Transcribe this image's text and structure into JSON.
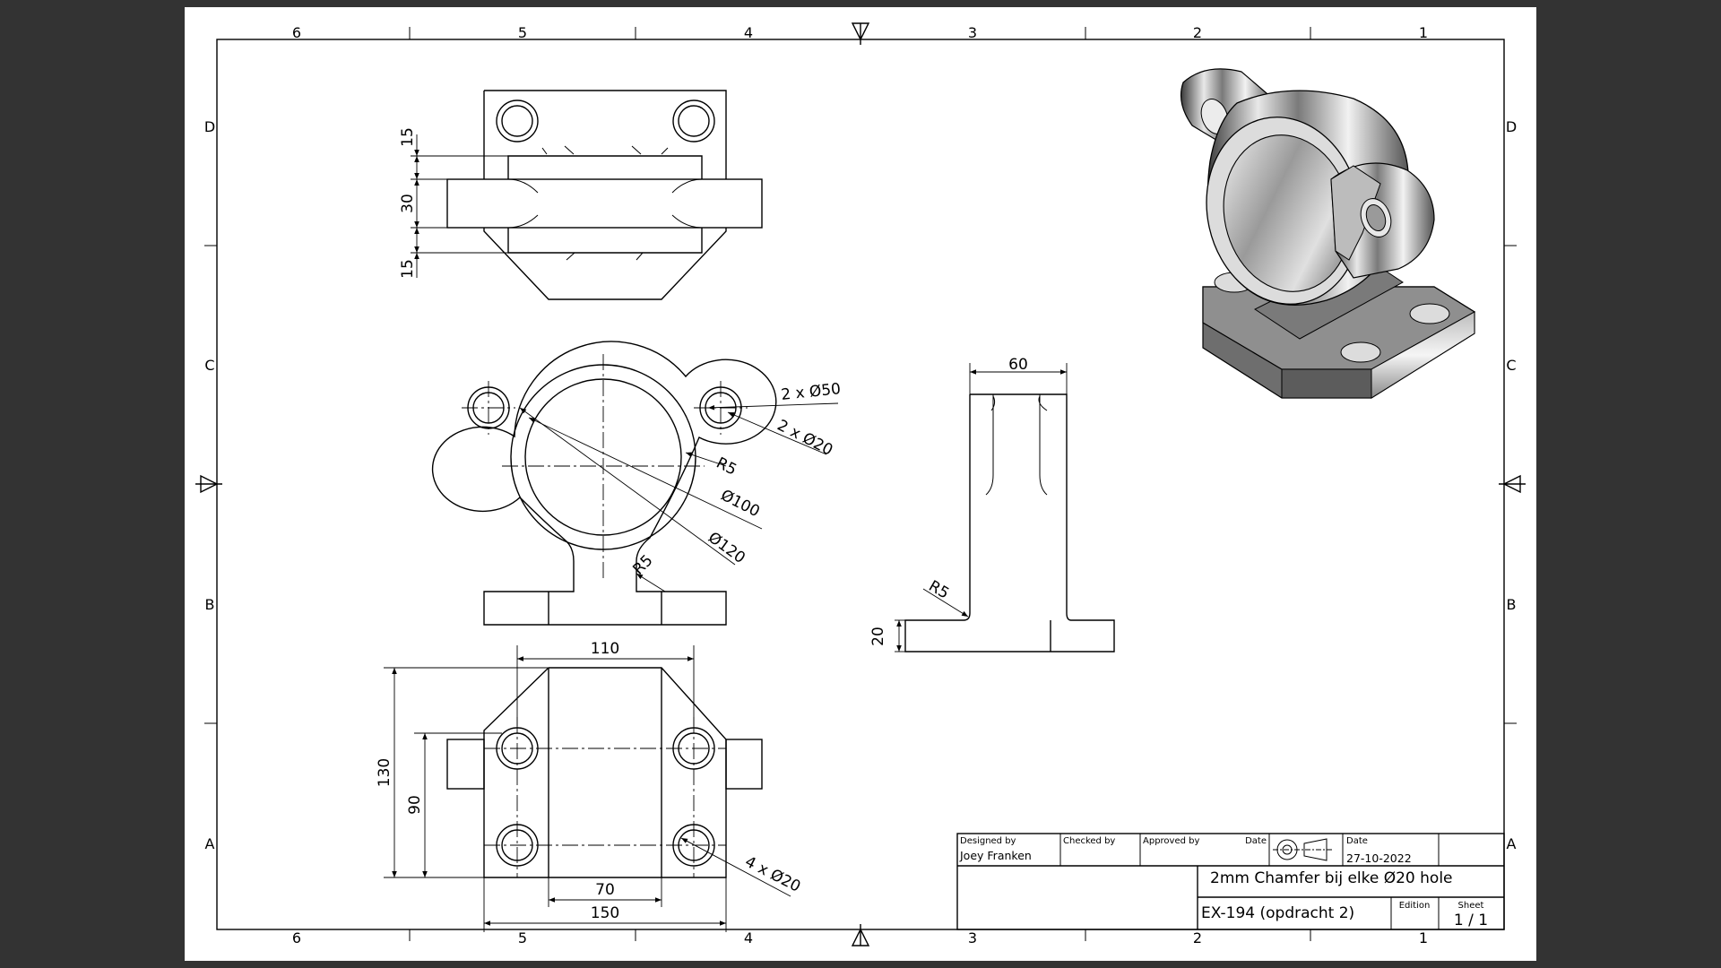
{
  "zones": {
    "columns": [
      "6",
      "5",
      "4",
      "3",
      "2",
      "1"
    ],
    "rows": [
      "D",
      "C",
      "B",
      "A"
    ]
  },
  "dimensions": {
    "top_view": [
      "15",
      "30",
      "15"
    ],
    "front_view": [
      "2 x Ø50",
      "2 x Ø20",
      "R5",
      "Ø100",
      "Ø120",
      "R5"
    ],
    "side_view": [
      "60",
      "R5",
      "20"
    ],
    "bottom_view": [
      "110",
      "130",
      "90",
      "70",
      "150",
      "4 x Ø20"
    ]
  },
  "title_block": {
    "designed_by_label": "Designed by",
    "designed_by": "Joey Franken",
    "checked_by_label": "Checked by",
    "approved_by_label": "Approved by",
    "date_label_1": "Date",
    "date_label_2": "Date",
    "date": "27-10-2022",
    "title": "2mm Chamfer bij elke Ø20 hole",
    "drawing_number": "EX-194 (opdracht 2)",
    "edition_label": "Edition",
    "sheet_label": "Sheet",
    "sheet": "1 / 1"
  }
}
